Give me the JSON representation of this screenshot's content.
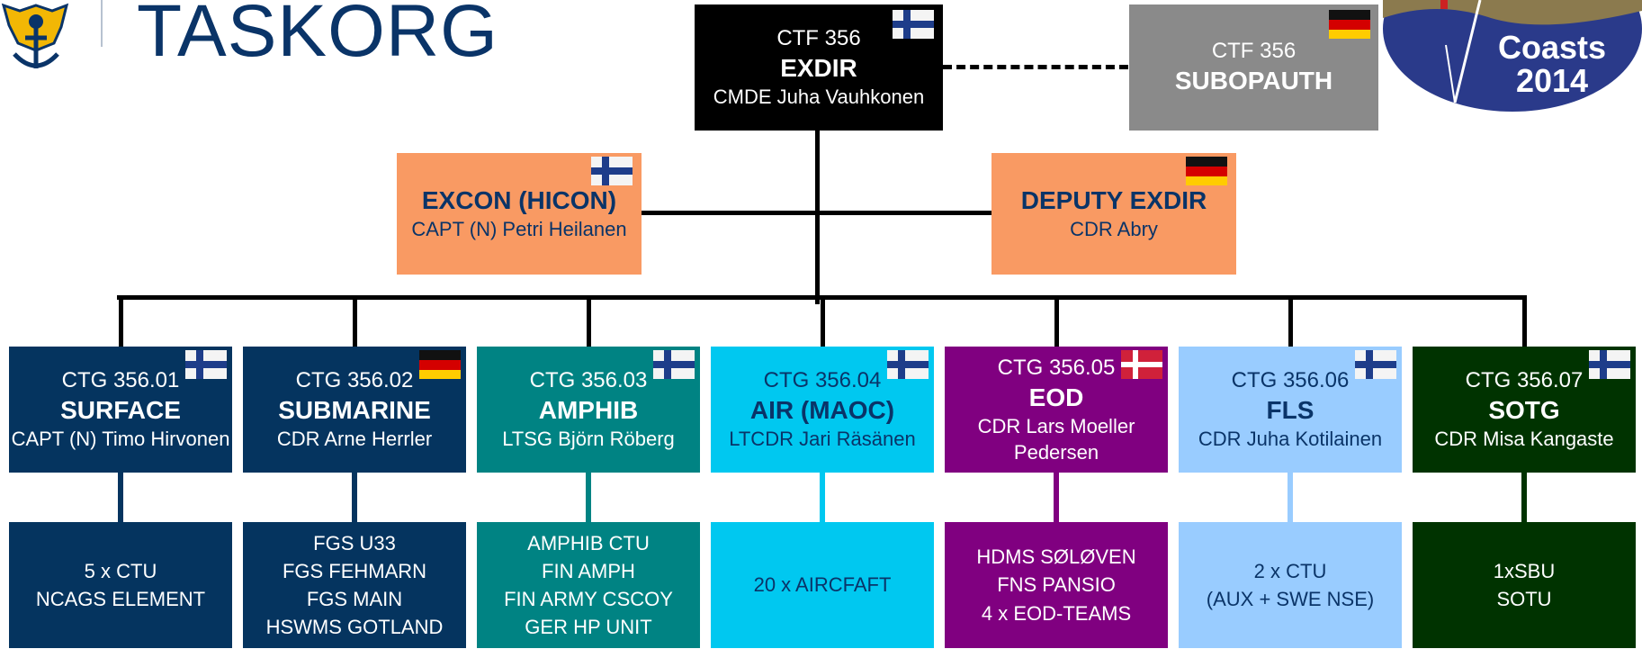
{
  "header": {
    "title": "TASKORG"
  },
  "logo_badge": {
    "lines": [
      "Coasts",
      "2014"
    ]
  },
  "colors": {
    "exdir": "#000000",
    "subopauth": "#8a8a8a",
    "staff": "#f99a63",
    "surface": "#05345f",
    "submarine": "#05345f",
    "amphib": "#008383",
    "air": "#00c8f0",
    "eod": "#800080",
    "fls": "#99ccff",
    "sotg": "#003300"
  },
  "top": {
    "exdir": {
      "code": "CTF 356",
      "name": "EXDIR",
      "commander": "CMDE Juha Vauhkonen",
      "flag": "finland-flag-icon"
    },
    "subopauth": {
      "code": "CTF 356",
      "name": "SUBOPAUTH",
      "flag": "germany-flag-icon"
    },
    "excon": {
      "name": "EXCON (HICON)",
      "commander": "CAPT (N) Petri Heilanen",
      "flag": "finland-flag-icon"
    },
    "deputy": {
      "name": "DEPUTY EXDIR",
      "commander": "CDR Abry",
      "flag": "germany-flag-icon"
    }
  },
  "groups": [
    {
      "code": "CTG 356.01",
      "name": "SURFACE",
      "commander": "CAPT  (N) Timo Hirvonen",
      "flag": "finland-flag-icon",
      "units": [
        "5 x CTU",
        "NCAGS ELEMENT"
      ]
    },
    {
      "code": "CTG 356.02",
      "name": "SUBMARINE",
      "commander": "CDR Arne Herrler",
      "flag": "germany-flag-icon",
      "units": [
        "FGS U33",
        "FGS FEHMARN",
        "FGS MAIN",
        "HSWMS GOTLAND"
      ]
    },
    {
      "code": "CTG 356.03",
      "name": "AMPHIB",
      "commander": "LTSG Björn Röberg",
      "flag": "finland-flag-icon",
      "units": [
        "AMPHIB CTU",
        "FIN AMPH",
        "FIN ARMY CSCOY",
        "GER HP UNIT"
      ]
    },
    {
      "code": "CTG 356.04",
      "name": "AIR (MAOC)",
      "commander": "LTCDR Jari Räsänen",
      "flag": "finland-flag-icon",
      "units": [
        "20 x AIRCFAFT"
      ]
    },
    {
      "code": "CTG 356.05",
      "name": "EOD",
      "commander": "CDR Lars Moeller Pedersen",
      "flag": "denmark-flag-icon",
      "units": [
        "HDMS SØLØVEN",
        "FNS PANSIO",
        "4 x EOD-TEAMS"
      ]
    },
    {
      "code": "CTG 356.06",
      "name": "FLS",
      "commander": "CDR Juha Kotilainen",
      "flag": "finland-flag-icon",
      "units": [
        "2 x CTU",
        "(AUX + SWE NSE)"
      ]
    },
    {
      "code": "CTG 356.07",
      "name": "SOTG",
      "commander": "CDR Misa Kangaste",
      "flag": "finland-flag-icon",
      "units": [
        "1xSBU",
        "SOTU"
      ]
    }
  ]
}
